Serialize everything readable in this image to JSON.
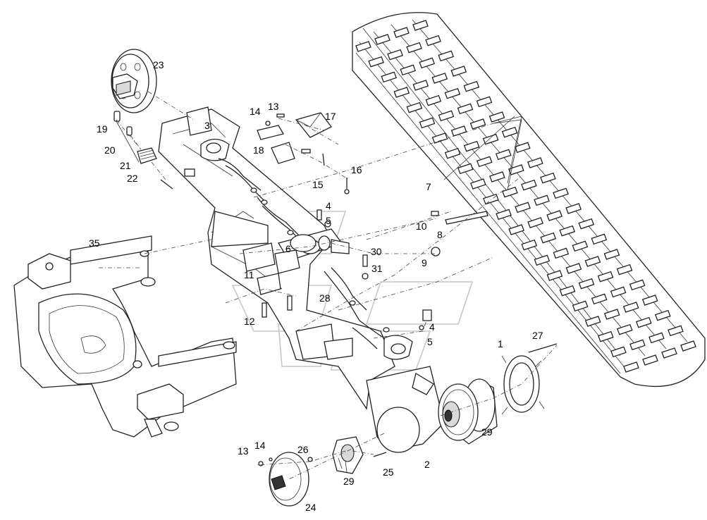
{
  "callouts": {
    "c1": "1",
    "c2": "2",
    "c3": "3",
    "c4a": "4",
    "c4b": "4",
    "c5a": "5",
    "c5b": "5",
    "c6": "6",
    "c7": "7",
    "c8": "8",
    "c9": "9",
    "c10": "10",
    "c11": "11",
    "c12": "12",
    "c13a": "13",
    "c13b": "13",
    "c14a": "14",
    "c14b": "14",
    "c15": "15",
    "c16": "16",
    "c17": "17",
    "c18": "18",
    "c19": "19",
    "c20": "20",
    "c21": "21",
    "c22": "22",
    "c23": "23",
    "c24": "24",
    "c25": "25",
    "c26": "26",
    "c27": "27",
    "c28": "28",
    "c29a": "29",
    "c29b": "29",
    "c30": "30",
    "c31": "31",
    "c35": "35"
  },
  "colors": {
    "line": "#222222",
    "watermark": "#c8c8c8",
    "background": "#ffffff"
  }
}
